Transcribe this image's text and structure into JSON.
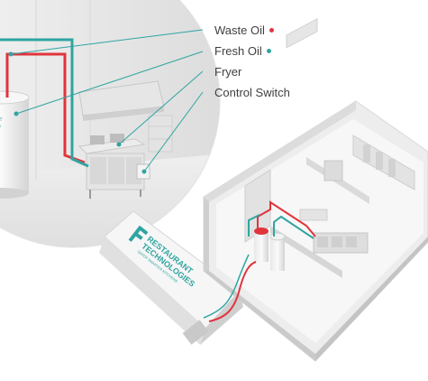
{
  "legend": [
    {
      "id": "waste-oil",
      "label": "Waste Oil",
      "marker_color": "#e0343c"
    },
    {
      "id": "fresh-oil",
      "label": "Fresh Oil",
      "marker_color": "#2fa5a1"
    },
    {
      "id": "fryer",
      "label": "Fryer",
      "marker_color": ""
    },
    {
      "id": "control-switch",
      "label": "Control Switch",
      "marker_color": ""
    }
  ],
  "colors": {
    "waste_oil": "#e0343c",
    "fresh_oil": "#2fa5a1",
    "leader_line": "#2fa5a1",
    "background": "#ffffff"
  },
  "brand": {
    "truck_logo_line1": "RESTAURANT",
    "truck_logo_line2": "TECHNOLOGIES",
    "truck_logo_tagline": "SAFER SMARTER KITCHENS"
  }
}
